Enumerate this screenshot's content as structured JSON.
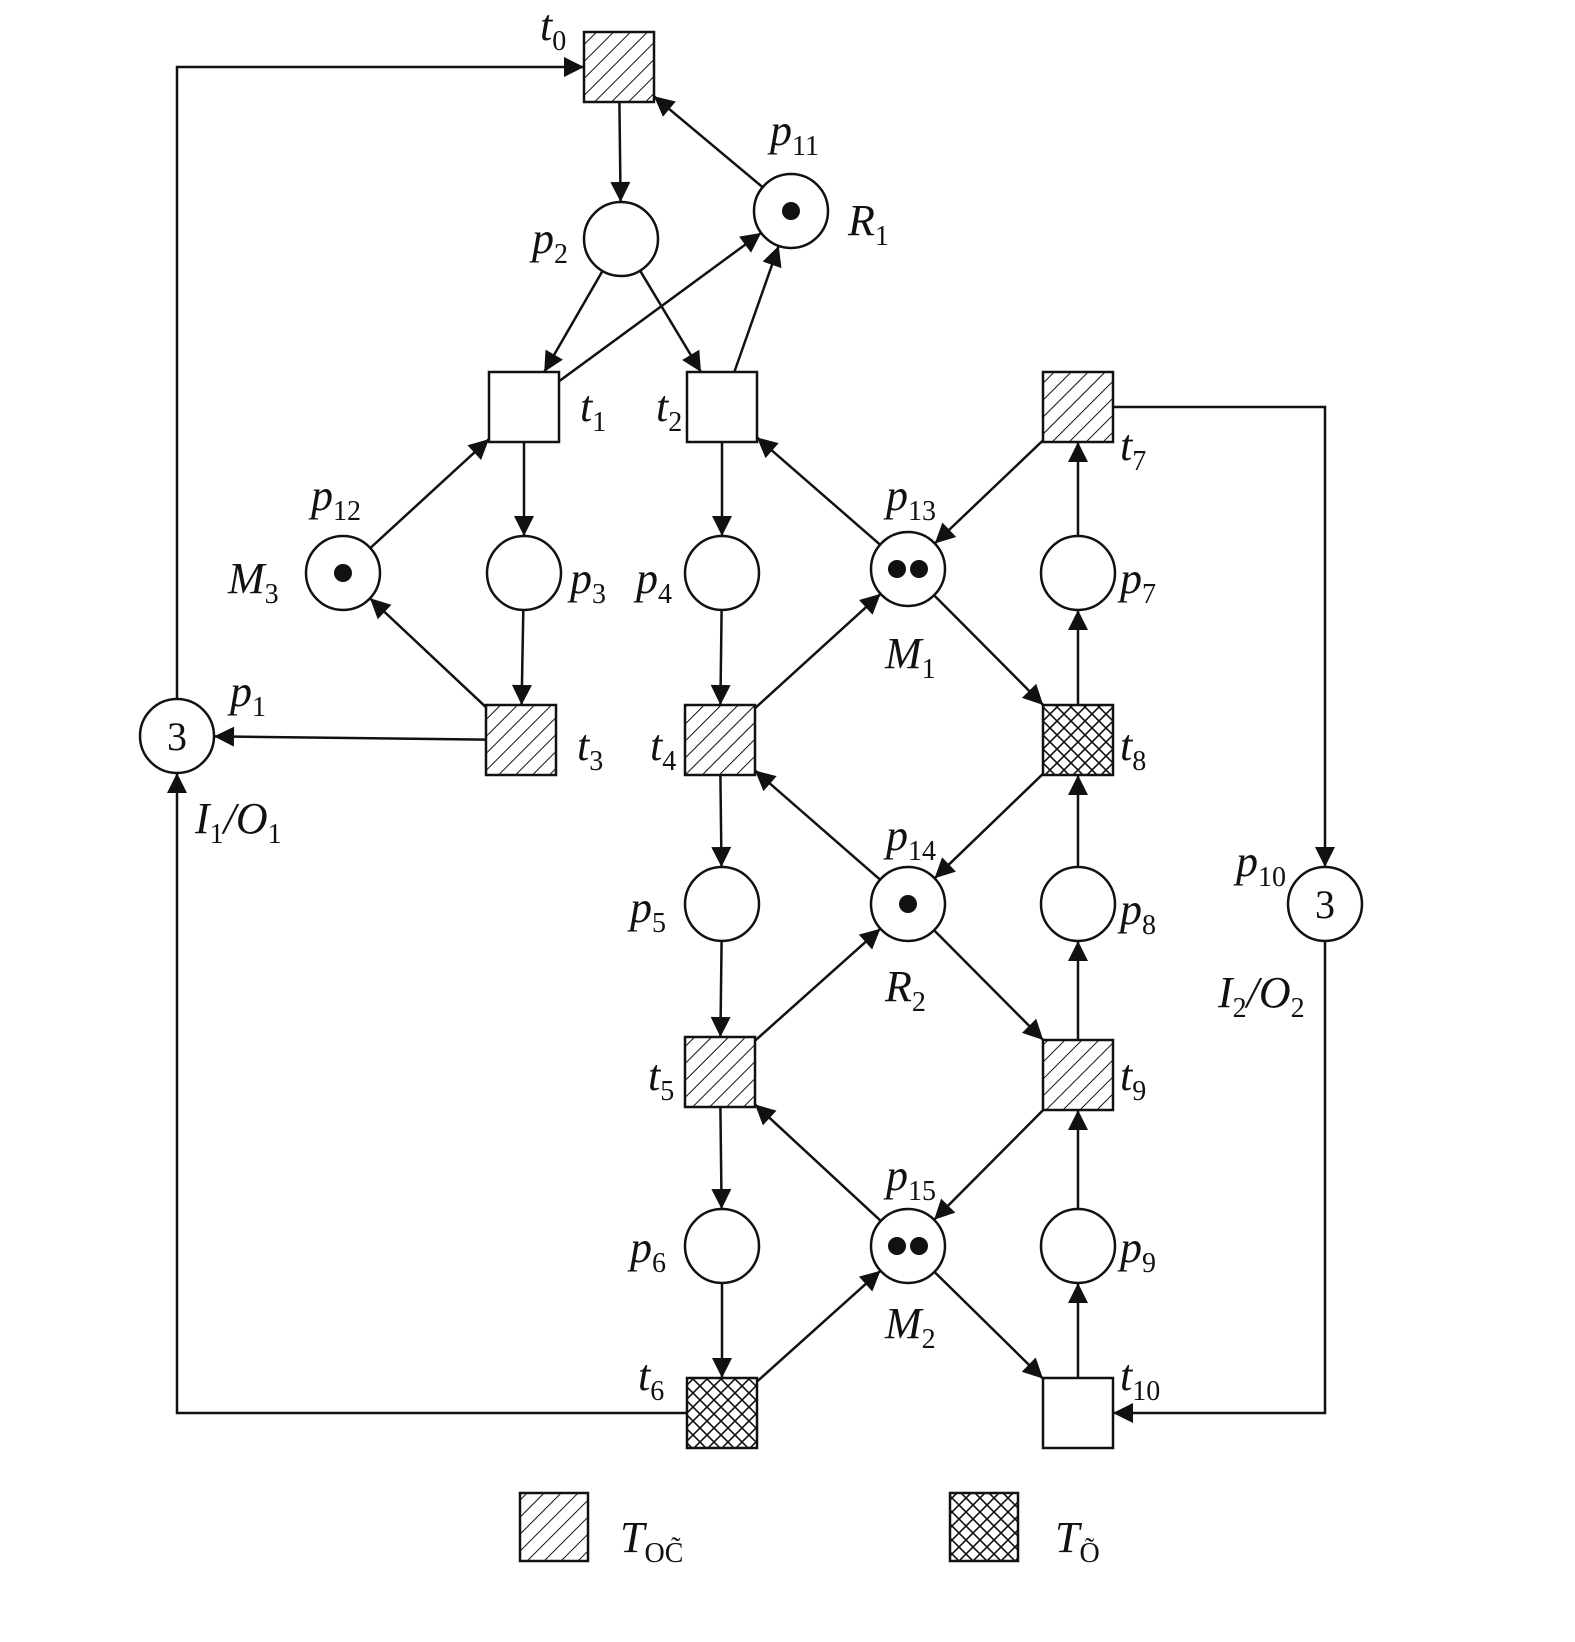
{
  "places": [
    {
      "id": "p1",
      "label": "p",
      "sub": "1",
      "tokens": "3",
      "extra": "I",
      "extra_sub": "1",
      "extra2": "/O",
      "extra2_sub": "1"
    },
    {
      "id": "p2",
      "label": "p",
      "sub": "2",
      "tokens": 0
    },
    {
      "id": "p3",
      "label": "p",
      "sub": "3",
      "tokens": 0
    },
    {
      "id": "p4",
      "label": "p",
      "sub": "4",
      "tokens": 0
    },
    {
      "id": "p5",
      "label": "p",
      "sub": "5",
      "tokens": 0
    },
    {
      "id": "p6",
      "label": "p",
      "sub": "6",
      "tokens": 0
    },
    {
      "id": "p7",
      "label": "p",
      "sub": "7",
      "tokens": 0
    },
    {
      "id": "p8",
      "label": "p",
      "sub": "8",
      "tokens": 0
    },
    {
      "id": "p9",
      "label": "p",
      "sub": "9",
      "tokens": 0
    },
    {
      "id": "p10",
      "label": "p",
      "sub": "10",
      "tokens": "3",
      "extra": "I",
      "extra_sub": "2",
      "extra2": "/O",
      "extra2_sub": "2"
    },
    {
      "id": "p11",
      "label": "p",
      "sub": "11",
      "tokens": 1,
      "extra": "R",
      "extra_sub": "1"
    },
    {
      "id": "p12",
      "label": "p",
      "sub": "12",
      "tokens": 1,
      "extra": "M",
      "extra_sub": "3"
    },
    {
      "id": "p13",
      "label": "p",
      "sub": "13",
      "tokens": 2,
      "extra": "M",
      "extra_sub": "1"
    },
    {
      "id": "p14",
      "label": "p",
      "sub": "14",
      "tokens": 1,
      "extra": "R",
      "extra_sub": "2"
    },
    {
      "id": "p15",
      "label": "p",
      "sub": "15",
      "tokens": 2,
      "extra": "M",
      "extra_sub": "2"
    }
  ],
  "transitions": [
    {
      "id": "t0",
      "label": "t",
      "sub": "0",
      "kind": "OC"
    },
    {
      "id": "t1",
      "label": "t",
      "sub": "1",
      "kind": "plain"
    },
    {
      "id": "t2",
      "label": "t",
      "sub": "2",
      "kind": "plain"
    },
    {
      "id": "t3",
      "label": "t",
      "sub": "3",
      "kind": "OC"
    },
    {
      "id": "t4",
      "label": "t",
      "sub": "4",
      "kind": "OC"
    },
    {
      "id": "t5",
      "label": "t",
      "sub": "5",
      "kind": "OC"
    },
    {
      "id": "t6",
      "label": "t",
      "sub": "6",
      "kind": "O"
    },
    {
      "id": "t7",
      "label": "t",
      "sub": "7",
      "kind": "OC"
    },
    {
      "id": "t8",
      "label": "t",
      "sub": "8",
      "kind": "O"
    },
    {
      "id": "t9",
      "label": "t",
      "sub": "9",
      "kind": "OC"
    },
    {
      "id": "t10",
      "label": "t",
      "sub": "10",
      "kind": "plain"
    }
  ],
  "arcs": [
    [
      "t0",
      "p2"
    ],
    [
      "p11",
      "t0"
    ],
    [
      "p1",
      "t0"
    ],
    [
      "p2",
      "t1"
    ],
    [
      "p2",
      "t2"
    ],
    [
      "t1",
      "p11"
    ],
    [
      "t2",
      "p11"
    ],
    [
      "p12",
      "t1"
    ],
    [
      "t1",
      "p3"
    ],
    [
      "p3",
      "t3"
    ],
    [
      "t3",
      "p12"
    ],
    [
      "t3",
      "p1"
    ],
    [
      "t2",
      "p4"
    ],
    [
      "p13",
      "t2"
    ],
    [
      "p4",
      "t4"
    ],
    [
      "t4",
      "p13"
    ],
    [
      "t4",
      "p5"
    ],
    [
      "p14",
      "t4"
    ],
    [
      "p5",
      "t5"
    ],
    [
      "t5",
      "p14"
    ],
    [
      "t5",
      "p6"
    ],
    [
      "p15",
      "t5"
    ],
    [
      "p6",
      "t6"
    ],
    [
      "t6",
      "p15"
    ],
    [
      "t6",
      "p1"
    ],
    [
      "t7",
      "p13"
    ],
    [
      "p7",
      "t7"
    ],
    [
      "p13",
      "t8"
    ],
    [
      "t8",
      "p7"
    ],
    [
      "t8",
      "p14"
    ],
    [
      "p8",
      "t8"
    ],
    [
      "p14",
      "t9"
    ],
    [
      "t9",
      "p8"
    ],
    [
      "t9",
      "p15"
    ],
    [
      "p9",
      "t9"
    ],
    [
      "p15",
      "t10"
    ],
    [
      "t10",
      "p9"
    ],
    [
      "t7",
      "p10"
    ],
    [
      "p10",
      "t10"
    ]
  ],
  "legend": [
    {
      "kind": "OC",
      "label": "T",
      "sub": "OC̃"
    },
    {
      "kind": "O",
      "label": "T",
      "sub": "Õ"
    }
  ]
}
